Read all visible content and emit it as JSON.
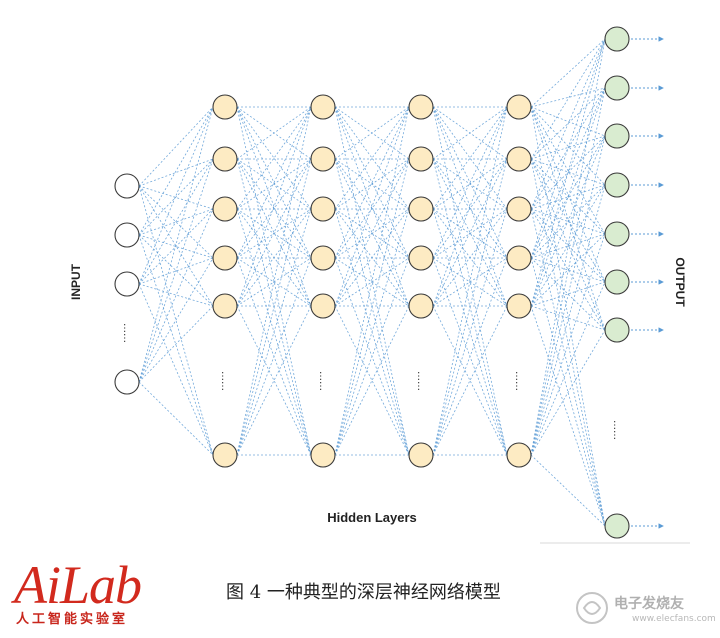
{
  "diagram": {
    "input_label": "INPUT",
    "output_label": "OUTPUT",
    "hidden_label": "Hidden Layers",
    "ellipsis": "……",
    "colors": {
      "input_fill": "#ffffff",
      "hidden_fill": "#fdebc3",
      "output_fill": "#d9ecd0",
      "node_stroke": "#3a3a3a",
      "edge": "#5b9bd5"
    }
  },
  "logo": {
    "main": "AiLab",
    "sub": "人工智能实验室"
  },
  "caption": "图 4  一种典型的深层神经网络模型",
  "watermark": {
    "text": "电子发烧友",
    "url": "www.elecfans.com"
  }
}
